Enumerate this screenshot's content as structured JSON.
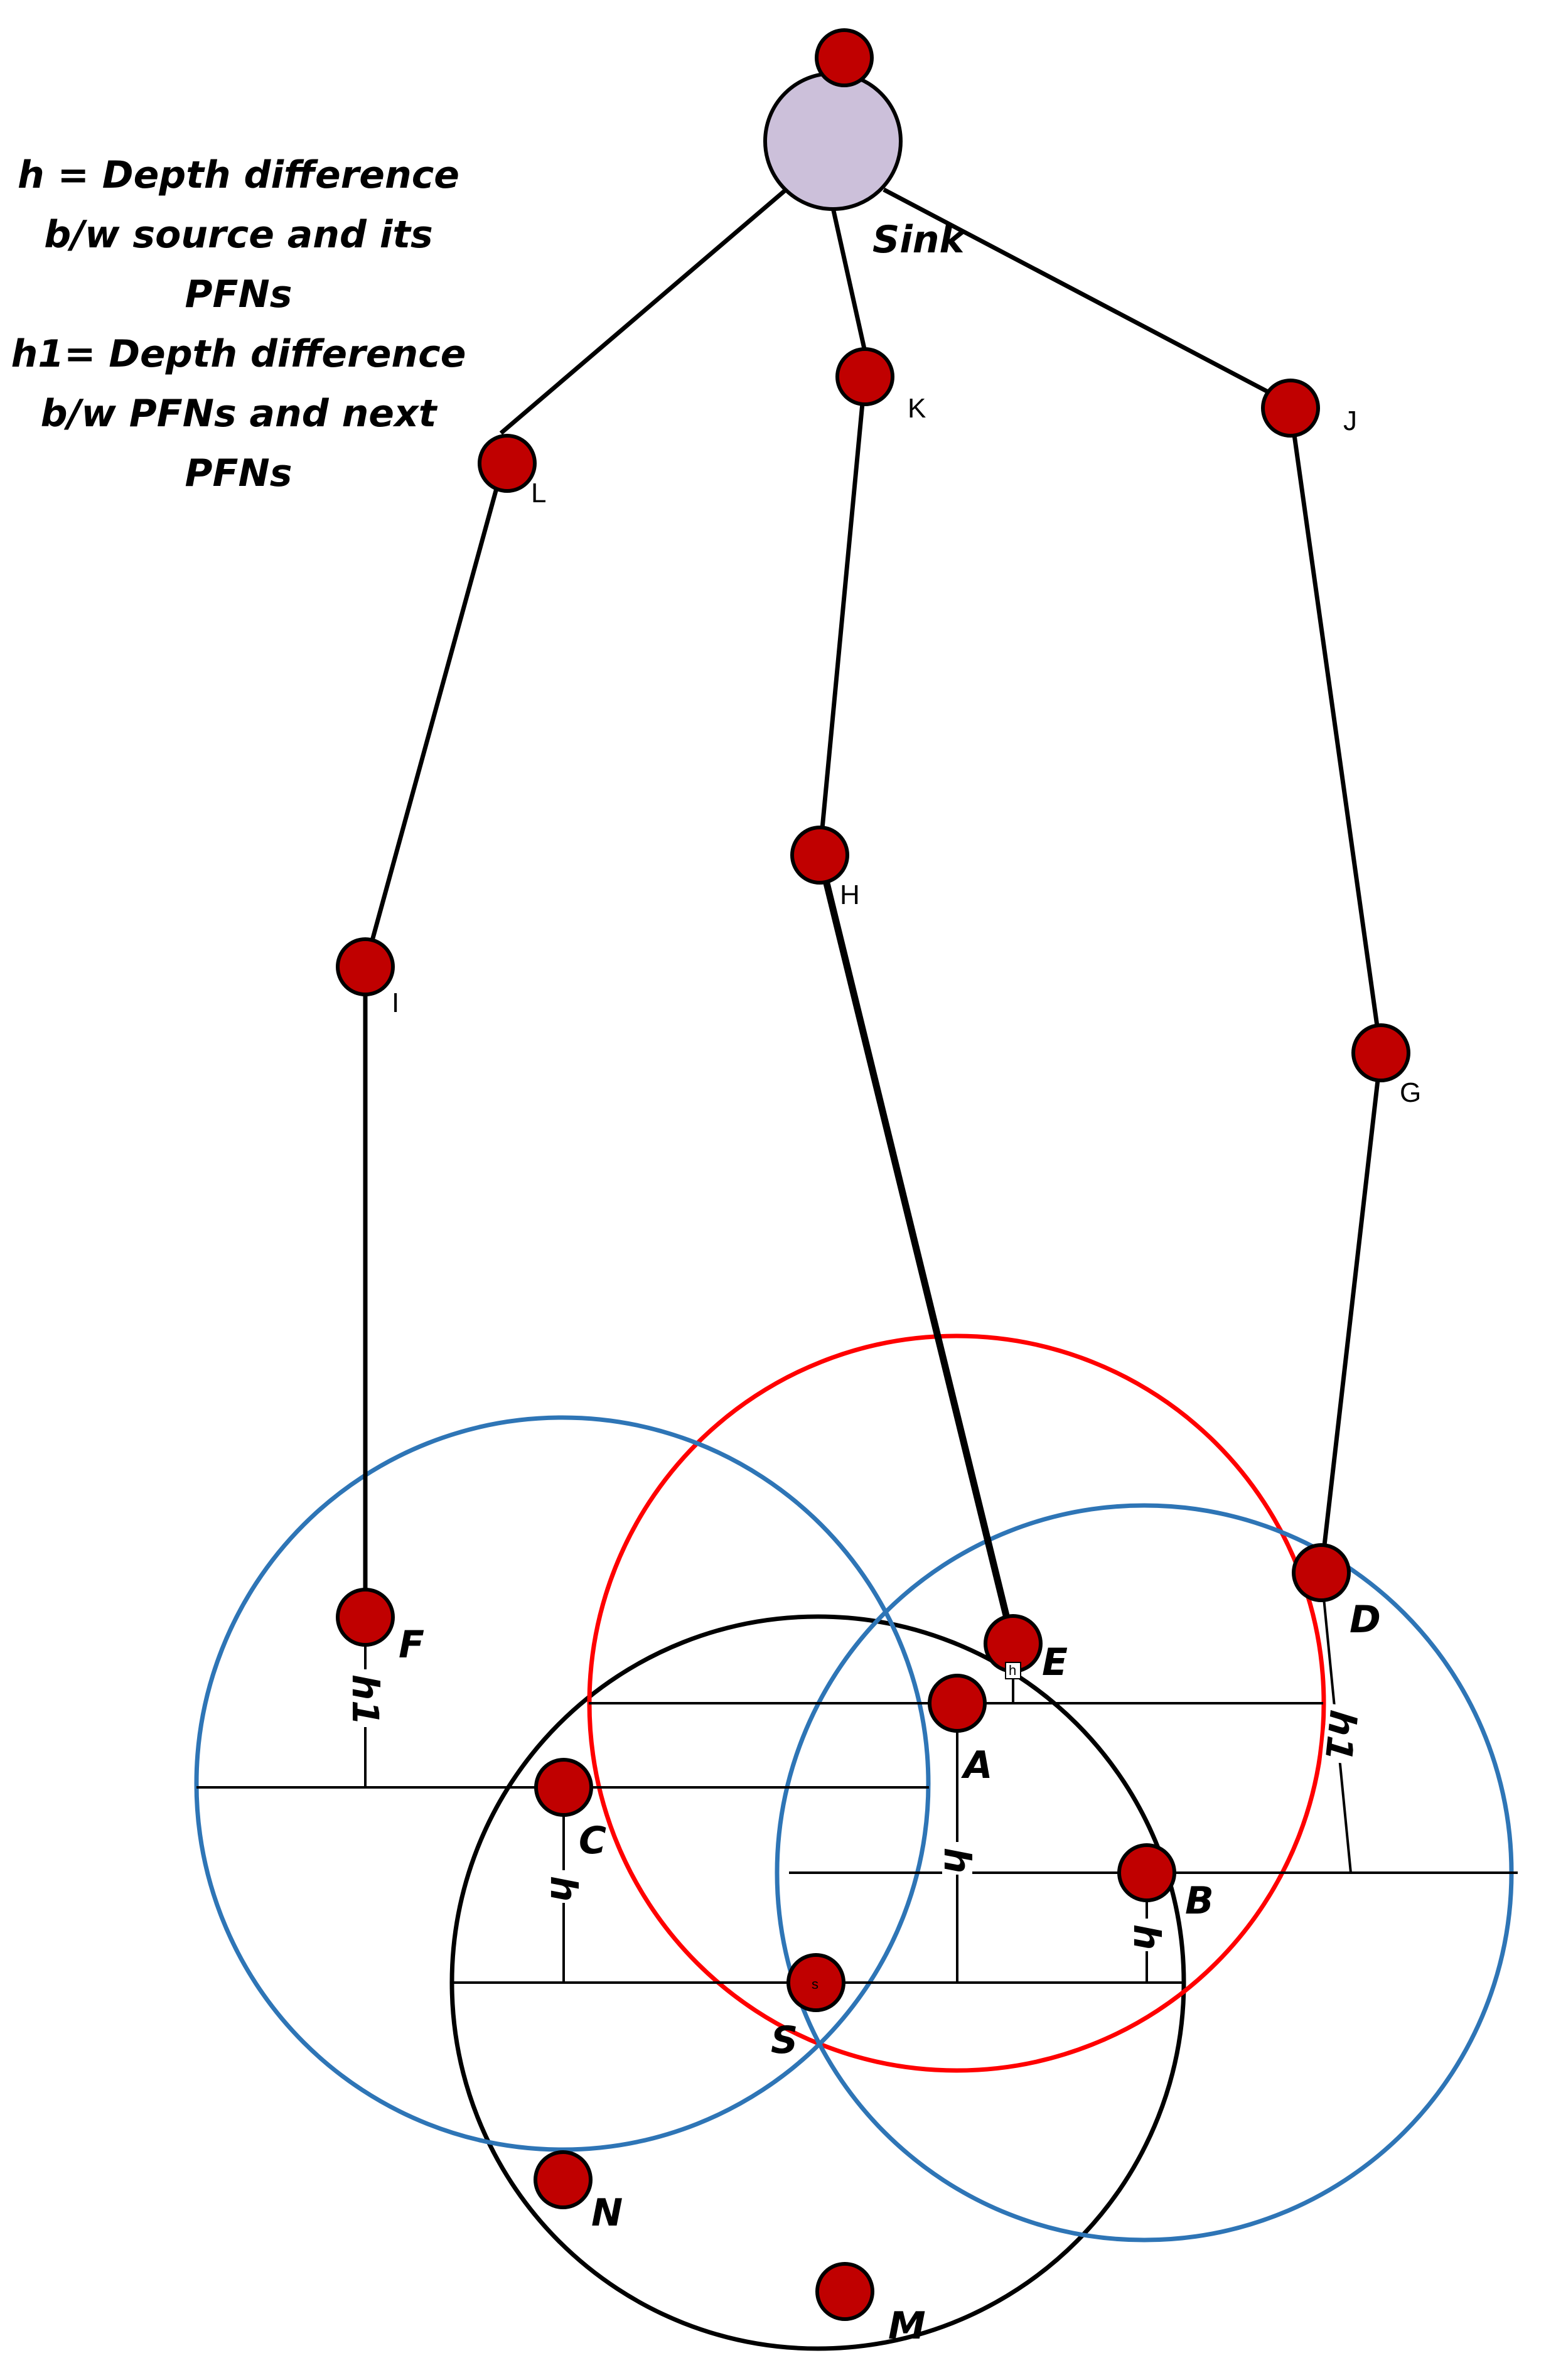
{
  "legend": {
    "lines": [
      "h = Depth difference",
      "b/w source and its",
      "PFNs",
      "h1= Depth difference",
      "b/w PFNs and next",
      "PFNs"
    ]
  },
  "colors": {
    "node_fill": "#c00000",
    "sink_fill": "#ccc0da",
    "range_black": "#000000",
    "range_red": "#ff0000",
    "range_blue": "#2e75b6",
    "edge": "#000000"
  },
  "labels": {
    "sink": "Sink",
    "K": "K",
    "J": "J",
    "L": "L",
    "H": "H",
    "I": "I",
    "G": "G",
    "F": "F",
    "D": "D",
    "E": "E",
    "A": "A",
    "C": "C",
    "B": "B",
    "S": "S",
    "S_inner": "s",
    "E_inner": "h",
    "N": "N",
    "M": "M",
    "h_C": "h",
    "h_A": "h",
    "h_B": "h",
    "h1_F": "h1",
    "h1_D": "h1"
  }
}
